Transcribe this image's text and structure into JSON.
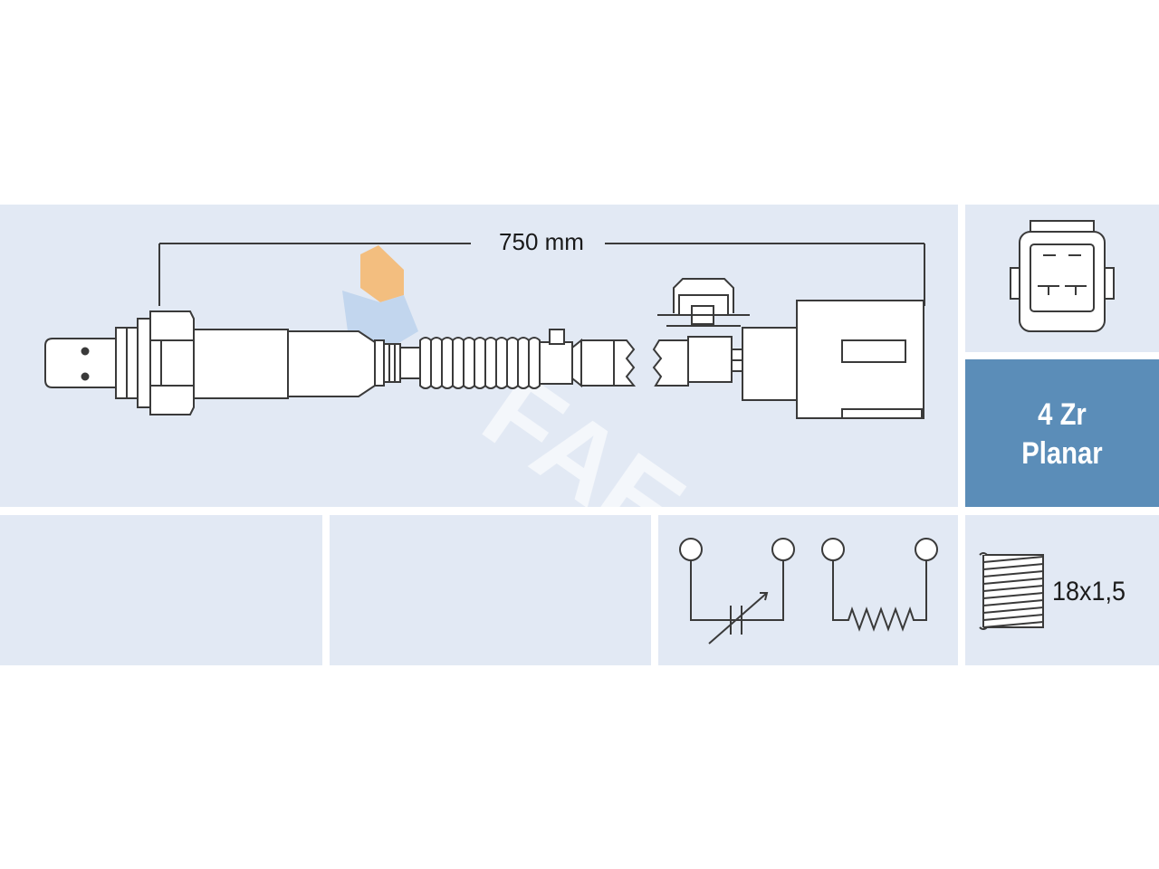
{
  "sensor": {
    "length_label": "750 mm"
  },
  "watermark": {
    "text": "FAE"
  },
  "type_box": {
    "line1": "4 Zr",
    "line2": "Planar"
  },
  "thread": {
    "label": "18x1,5"
  },
  "colors": {
    "panel_bg": "#e2e9f4",
    "accent_box": "#5b8db8",
    "line": "#3a3a3a",
    "watermark_orange": "#f6b66a",
    "watermark_blue": "#bcd2ec"
  }
}
